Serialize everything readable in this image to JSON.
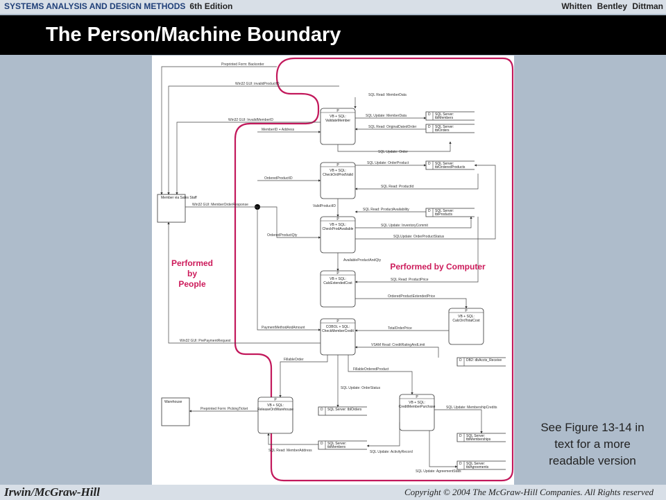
{
  "header": {
    "series": "SYSTEMS ANALYSIS AND DESIGN METHODS",
    "edition": "6th Edition",
    "authors": "Whitten   Bentley   Dittman"
  },
  "slide": {
    "title": "The Person/Machine Boundary",
    "note": "See Figure 13-14 in text for a more readable version"
  },
  "diagram": {
    "people_label": [
      "Performed",
      "by",
      "People"
    ],
    "computer_label": "Performed by Computer",
    "boundary_color": "#c2185b",
    "externals": {
      "member": "Member via Sales Staff",
      "warehouse": "Warehouse"
    },
    "processes": [
      {
        "id": "p1",
        "name": [
          "VB + SQL:",
          "ValidateMember"
        ]
      },
      {
        "id": "p2",
        "name": [
          "VB + SQL:",
          "CheckOrdProdValid"
        ]
      },
      {
        "id": "p3",
        "name": [
          "VB + SQL:",
          "CheckProdAvailable"
        ]
      },
      {
        "id": "p4",
        "name": [
          "VB + SQL:",
          "CalcExtendedCost"
        ]
      },
      {
        "id": "p5",
        "name": [
          "VB + SQL:",
          "CalcOrdTotalCost"
        ]
      },
      {
        "id": "p6",
        "name": [
          "COBOL + SQL:",
          "CheckMemberCredit"
        ]
      },
      {
        "id": "p7",
        "name": [
          "VB + SQL:",
          "ReleaseOrdWarehouse"
        ]
      },
      {
        "id": "p8",
        "name": [
          "VB + SQL:",
          "CreditMemberPurchase"
        ]
      }
    ],
    "stores": [
      {
        "id": "s1",
        "name": [
          "SQL Server:",
          "tblMembers"
        ]
      },
      {
        "id": "s2",
        "name": [
          "SQL Server:",
          "tblOrders"
        ]
      },
      {
        "id": "s3",
        "name": [
          "SQL Server:",
          "tblOrderedProducts"
        ]
      },
      {
        "id": "s4",
        "name": [
          "SQL Server:",
          "tblProducts"
        ]
      },
      {
        "id": "s5",
        "name": [
          "DB2: dbAccts_Receive"
        ]
      },
      {
        "id": "s6",
        "name": [
          "SQL Server: tblOrders"
        ]
      },
      {
        "id": "s7",
        "name": [
          "SQL Server:",
          "tblMemberships"
        ]
      },
      {
        "id": "s8",
        "name": [
          "SQL Server:",
          "tblMembers"
        ]
      },
      {
        "id": "s9",
        "name": [
          "SQL Server:",
          "tblAgreements"
        ]
      }
    ],
    "flows": [
      "Preprinted Form: Backorder",
      "Win32 GUI: invalidProductID",
      "Win32 GUI: InvalidMemberID",
      "MemberID + Address",
      "OrderedProductID",
      "Win32 GUI: MemberOrderResponse",
      "OrderedProductQty",
      "ValidProductID",
      "SQL Read: MemberData",
      "SQL Update: MemberData",
      "SQL Read: OriginalDatedOrder",
      "SQL Update: Order",
      "SQL Update: OrderProduct",
      "SQL Read: ProductId",
      "SQL Read: ProductAvailability",
      "SQL Update: InventoryCommit",
      "SQLUpdate: OrderProductStatus",
      "AvailableProductAndQty",
      "SQL Read: ProductPrice",
      "OrderedProductExtendedPrice",
      "TotalOrderPrice",
      "PaymentMethodAndAmount",
      "Win32 GUI: PrePaymentRequest",
      "VSAM Read: CreditRatingAndLimit",
      "FillableOrder",
      "FillableOrderedProduct",
      "SQL Update: OrderStatus",
      "Preprinted Form: PickingTicket",
      "SQL Update: MembershipCredits",
      "SQL Read: MemberAddress",
      "SQL Update: ActivityRecord",
      "SQL Update: AgreementStats"
    ]
  },
  "footer": {
    "publisher": "Irwin/McGraw-Hill",
    "copyright": "Copyright © 2004 The McGraw-Hill Companies. All Rights reserved"
  }
}
